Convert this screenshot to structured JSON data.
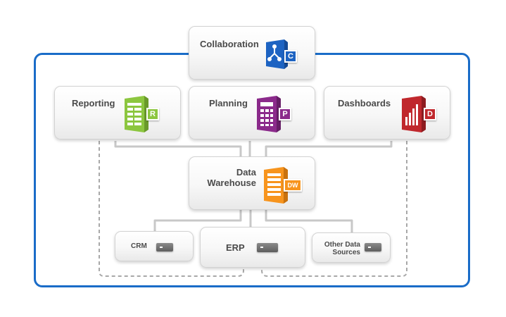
{
  "colors": {
    "frame": "#1a6cc8",
    "collaboration": "#1d63c2",
    "reporting": "#8cc63f",
    "planning": "#8b2a8b",
    "dashboards": "#c0282d",
    "warehouse": "#f7941d",
    "server": "#6b6b6b"
  },
  "nodes": {
    "collaboration": {
      "label": "Collaboration",
      "badge": "C",
      "icon": "network-people-icon"
    },
    "reporting": {
      "label": "Reporting",
      "badge": "R",
      "icon": "spreadsheet-icon"
    },
    "planning": {
      "label": "Planning",
      "badge": "P",
      "icon": "calculator-icon"
    },
    "dashboards": {
      "label": "Dashboards",
      "badge": "D",
      "icon": "bar-chart-icon"
    },
    "warehouse": {
      "label_line1": "Data",
      "label_line2": "Warehouse",
      "badge": "DW",
      "icon": "database-stack-icon"
    },
    "crm": {
      "label": "CRM",
      "icon": "server-icon"
    },
    "erp": {
      "label": "ERP",
      "icon": "server-icon"
    },
    "other": {
      "label_line1": "Other Data",
      "label_line2": "Sources",
      "icon": "server-icon"
    }
  }
}
